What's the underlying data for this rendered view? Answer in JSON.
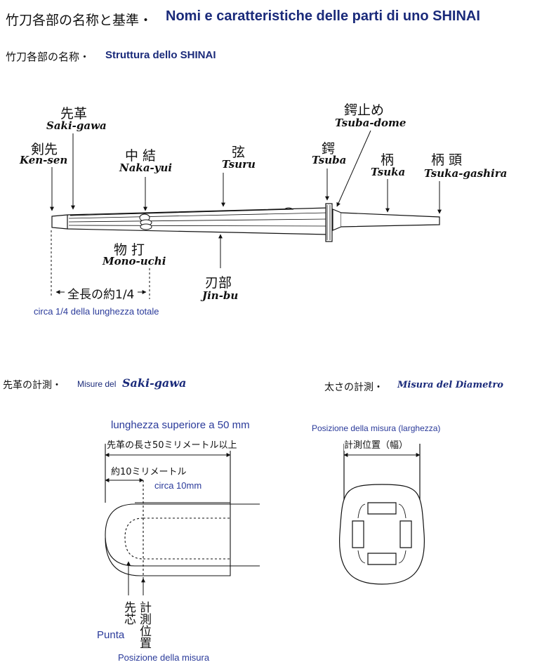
{
  "header": {
    "title_jp": "竹刀各部の名称と基準・",
    "title_it": "Nomi e caratteristiche delle parti di uno SHINAI"
  },
  "section1": {
    "subtitle_jp": "竹刀各部の名称・",
    "subtitle_it": "Struttura dello SHINAI",
    "labels": {
      "saki_gawa": {
        "jp": "先革",
        "rom": "Saki-gawa"
      },
      "ken_sen": {
        "jp": "剣先",
        "rom": "Ken-sen"
      },
      "naka_yui": {
        "jp": "中 結",
        "rom": "Naka-yui"
      },
      "tsuru": {
        "jp": "弦",
        "rom": "Tsuru"
      },
      "tsuba_dome": {
        "jp": "鍔止め",
        "rom": "Tsuba-dome"
      },
      "tsuba": {
        "jp": "鍔",
        "rom": "Tsuba"
      },
      "tsuka": {
        "jp": "柄",
        "rom": "Tsuka"
      },
      "tsuka_gashira": {
        "jp": "柄 頭",
        "rom": "Tsuka-gashira"
      },
      "mono_uchi": {
        "jp": "物 打",
        "rom": "Mono-uchi"
      },
      "jin_bu": {
        "jp": "刃部",
        "rom": "Jin-bu"
      }
    },
    "quarter_jp": "全長の約1/4",
    "quarter_it": "circa 1/4 della lunghezza totale"
  },
  "section2": {
    "subtitle_jp": "先革の計測・",
    "subtitle_it_small": "Misure del",
    "subtitle_it_name": "Saki-gawa",
    "length_it": "lunghezza superiore a 50 mm",
    "length_jp": "先革の長さ50ミリメートル以上",
    "approx_jp": "約10ミリメートル",
    "approx_it": "circa 10mm",
    "tip_jp": "先芯",
    "measure_jp": "計測位置",
    "tip_it": "Punta",
    "measure_it": "Posizione della misura"
  },
  "section3": {
    "subtitle_jp": "太さの計測・",
    "subtitle_it": "Misura del Diametro",
    "pos_it": "Posizione della misura (larghezza)",
    "pos_jp": "計測位置（幅）"
  }
}
